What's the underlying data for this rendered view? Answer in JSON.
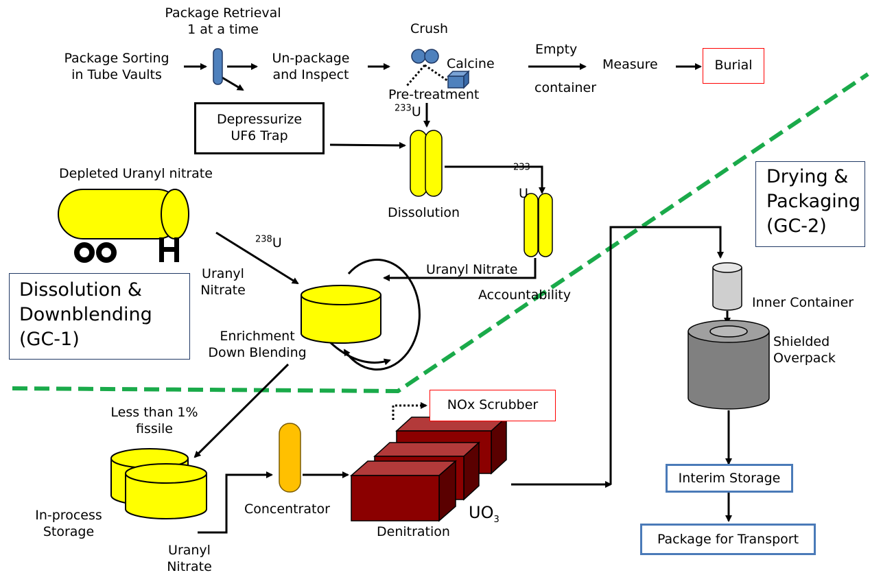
{
  "labels": {
    "package_sorting_1": "Package Sorting",
    "package_sorting_2": "in Tube Vaults",
    "package_retrieval_1": "Package Retrieval",
    "package_retrieval_2": "1 at a time",
    "unpackage_1": "Un-package",
    "unpackage_2": "and Inspect",
    "crush": "Crush",
    "calcine": "Calcine",
    "pretreatment": "Pre-treatment",
    "empty": "Empty",
    "container": "container",
    "measure": "Measure",
    "burial": "Burial",
    "depressurize_1": "Depressurize",
    "depressurize_2": "UF6 Trap",
    "u233_a_sup": "233",
    "u233_a_base": "U",
    "u233_b_sup": "233",
    "u233_b_base": "U",
    "depleted_uranyl_nitrate": "Depleted Uranyl nitrate",
    "dissolution": "Dissolution",
    "u238_sup": "238",
    "u238_base": "U",
    "uranyl_1": "Uranyl",
    "nitrate_1": "Nitrate",
    "uranyl_nitrate_top": "Uranyl Nitrate",
    "accountability": "Accountability",
    "enrichment_1": "Enrichment",
    "enrichment_2": "Down Blending",
    "less_than_1": "Less than 1%",
    "less_than_2": "fissile",
    "nox_scrubber": "NOx Scrubber",
    "in_process_1": "In-process",
    "in_process_2": "Storage",
    "concentrator": "Concentrator",
    "uranyl_2": "Uranyl",
    "nitrate_2": "Nitrate",
    "denitration": "Denitration",
    "uo3_base": "UO",
    "uo3_sub": "3",
    "inner_container": "Inner Container",
    "shielded_1": "Shielded",
    "shielded_2": "Overpack",
    "interim_storage": "Interim Storage",
    "package_transport": "Package for Transport"
  },
  "regions": {
    "gc1_line1": "Dissolution &",
    "gc1_line2": "Downblending",
    "gc1_line3": "(GC-1)",
    "gc2_line1": "Drying &",
    "gc2_line2": "Packaging",
    "gc2_line3": "(GC-2)"
  },
  "colors": {
    "vessel_yellow": "#ffff00",
    "concentrator_orange": "#ffc000",
    "denitration_red": "#8b0000",
    "boundary_green": "#1aaa4a",
    "burial_border_red": "#ff0000",
    "storage_border_blue": "#4a7ab8",
    "region_border_navy": "#1f3864",
    "tube_blue": "#4f81bd",
    "container_gray": "#cfcfcf",
    "overpack_gray": "#808080"
  }
}
